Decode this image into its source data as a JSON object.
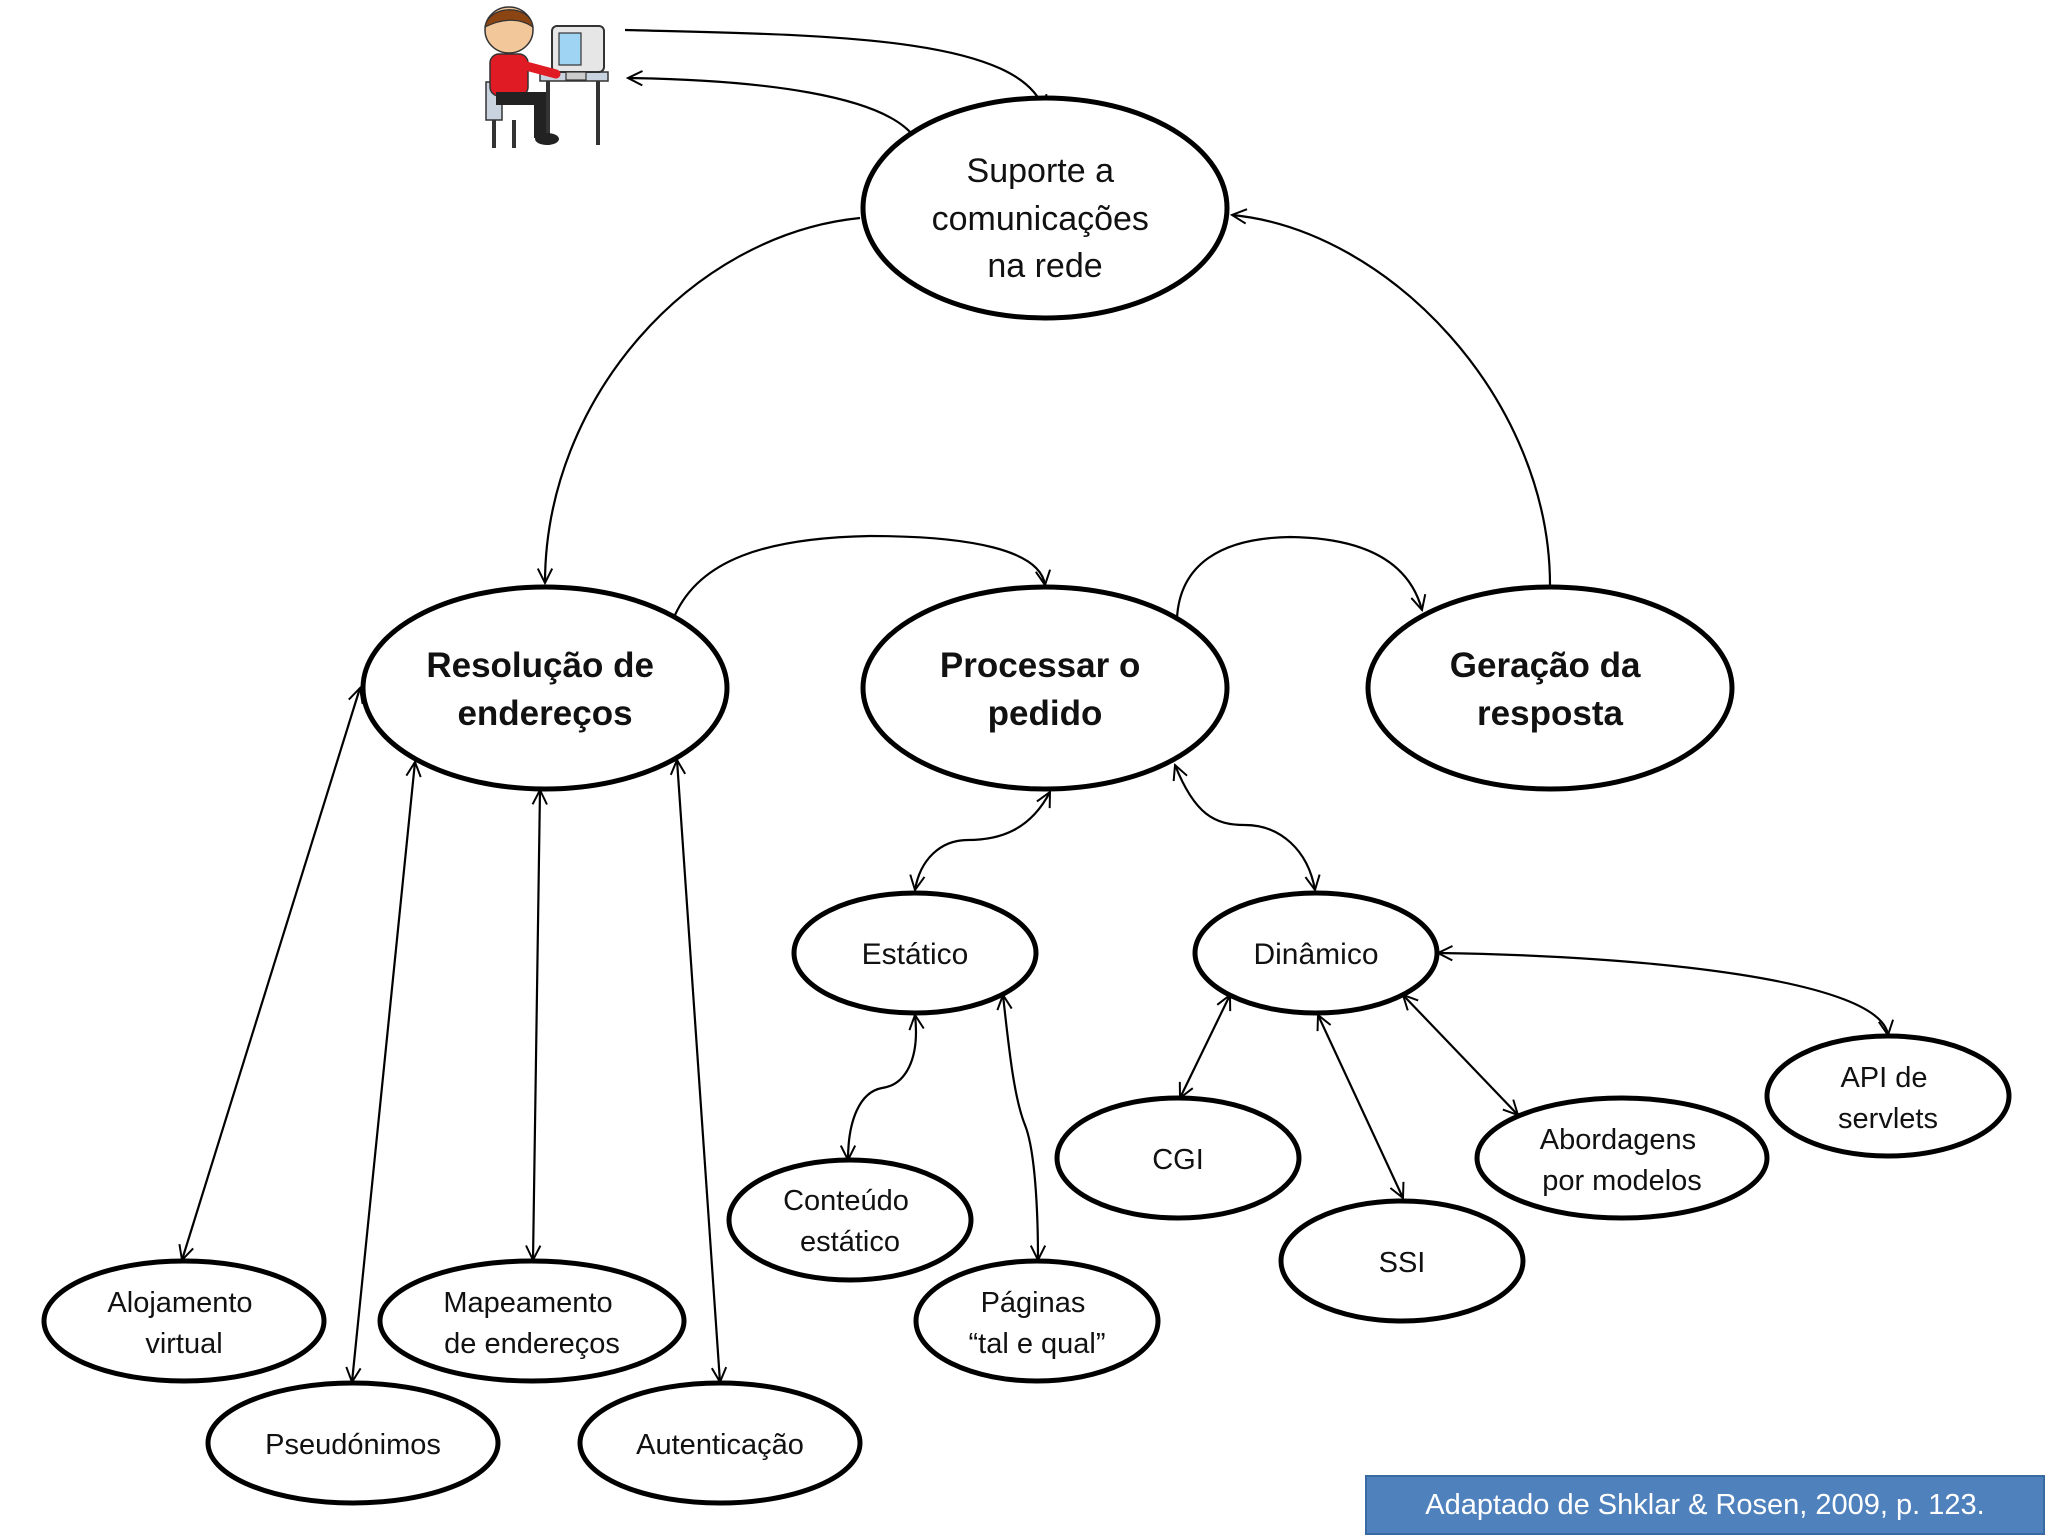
{
  "user_icon": "user-at-computer-icon",
  "nodes": {
    "comunicacoes": [
      "Suporte a",
      "comunicações",
      "na rede"
    ],
    "resolucao": [
      "Resolução de",
      "endereços"
    ],
    "processar": [
      "Processar o",
      "pedido"
    ],
    "geracao": [
      "Geração da",
      "resposta"
    ],
    "estatico": [
      "Estático"
    ],
    "dinamico": [
      "Dinâmico"
    ],
    "conteudo": [
      "Conteúdo",
      "estático"
    ],
    "paginas": [
      "Páginas",
      "“tal e qual”"
    ],
    "cgi": [
      "CGI"
    ],
    "ssi": [
      "SSI"
    ],
    "abordagens": [
      "Abordagens",
      "por modelos"
    ],
    "api": [
      "API de",
      "servlets"
    ],
    "alojamento": [
      "Alojamento",
      "virtual"
    ],
    "pseudonimos": [
      "Pseudónimos"
    ],
    "mapeamento": [
      "Mapeamento",
      "de endereços"
    ],
    "autenticacao": [
      "Autenticação"
    ]
  },
  "citation": "Adaptado de Shklar & Rosen, 2009, p. 123."
}
